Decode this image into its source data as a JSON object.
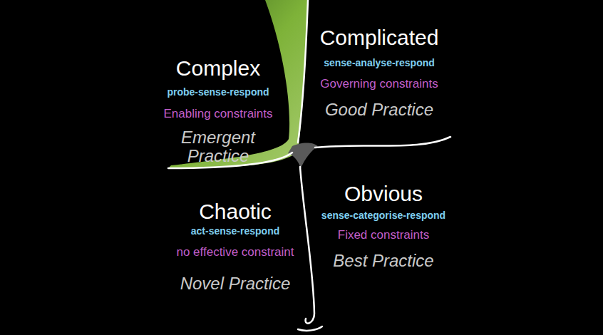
{
  "diagram": {
    "nodes": [
      {
        "text": [
          "Complex",
          "probe-sense-respond",
          "Enabling constraints",
          "Emergent Practice"
        ]
      },
      {
        "text": [
          "Complicated",
          "sense-analyse-respond",
          "Governing constraints",
          "Good Practice"
        ]
      },
      {
        "text": [
          "Chaotic",
          "act-sense-respond",
          "no effective constraint",
          "Novel Practice"
        ]
      },
      {
        "text": [
          "Obvious",
          "sense-categorise-respond",
          "Fixed constraints",
          "Best Practice"
        ]
      }
    ]
  }
}
